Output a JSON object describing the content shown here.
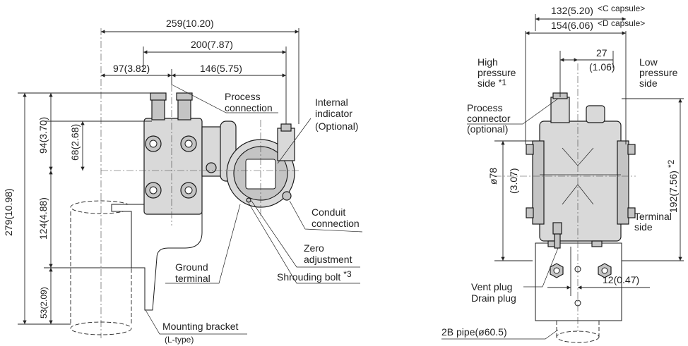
{
  "left_view": {
    "dim_overall_width": "259(10.20)",
    "dim_center_to_cover": "200(7.87)",
    "dim_pipe_to_center": "97(3.82)",
    "dim_center_to_conduit": "146(5.75)",
    "dim_overall_height": "279(10.98)",
    "dim_upper_height": "94(3.70)",
    "dim_top_to_center": "68(2.68)",
    "dim_center_to_bracket": "124(4.88)",
    "dim_bracket_bottom": "53(2.09)",
    "callout_process_connection": "Process\nconnection",
    "callout_internal_indicator": "Internal\nindicator",
    "callout_internal_indicator_note": "(Optional)",
    "callout_conduit_connection": "Conduit\nconnection",
    "callout_zero_adjustment": "Zero\nadjustment",
    "callout_shrouding_bolt": "Shrouding bolt",
    "callout_shrouding_bolt_note": "*3",
    "callout_ground_terminal": "Ground\nterminal",
    "callout_mounting_bracket": "Mounting bracket",
    "callout_mounting_bracket_note": "(L-type)"
  },
  "right_view": {
    "dim_c_capsule": "132(5.20)",
    "dim_c_capsule_tag": "<C capsule>",
    "dim_d_capsule": "154(6.06)",
    "dim_d_capsule_tag": "<D capsule>",
    "dim_27": "27",
    "dim_27_in": "(1.06)",
    "dim_diameter_78": "ø78",
    "dim_diameter_78_in": "(3.07)",
    "dim_height_192": "192(7.56)",
    "dim_height_192_note": "*2",
    "dim_12": "12(0.47)",
    "callout_high_pressure": "High\npressure\nside",
    "callout_high_pressure_note": "*1",
    "callout_low_pressure": "Low\npressure\nside",
    "callout_process_connector": "Process\nconnector\n(optional)",
    "callout_terminal_side": "Terminal\nside",
    "callout_vent_plug": "Vent plug",
    "callout_drain_plug": "Drain plug",
    "callout_pipe": "2B pipe(ø60.5)"
  }
}
